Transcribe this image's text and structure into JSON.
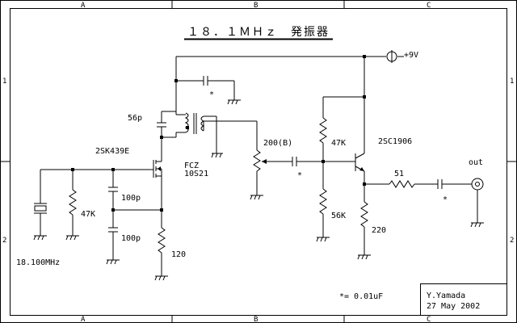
{
  "title": "１８．１ＭＨｚ　発振器",
  "frame": {
    "columns": [
      "A",
      "B",
      "C"
    ],
    "rows": [
      "1",
      "2"
    ]
  },
  "labels": {
    "supply": "+9V",
    "cap_star_top": "*",
    "c_56p": "56p",
    "transformer": "FCZ",
    "transformer_model": "10S21",
    "fet": "2SK439E",
    "pot": "200(B)",
    "cap_star_mid": "*",
    "r_47k_top": "47K",
    "transistor": "2SC1906",
    "out": "out",
    "r_51": "51",
    "cap_star_out": "*",
    "r_47k_gate": "47K",
    "c_100p_1": "100p",
    "c_100p_2": "100p",
    "r_120": "120",
    "r_56k": "56K",
    "r_220": "220",
    "crystal": "18.100MHz",
    "note": "*= 0.01uF"
  },
  "title_block": {
    "author": "Y.Yamada",
    "date": "27 May  2002"
  }
}
